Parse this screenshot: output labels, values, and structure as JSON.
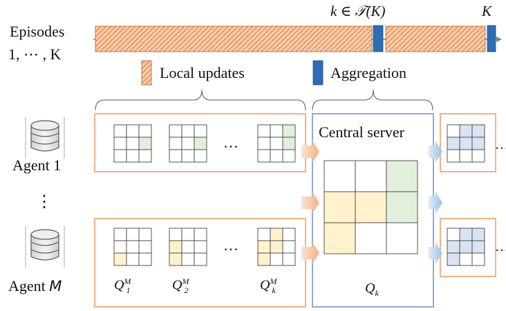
{
  "timeline": {
    "label_top": "Episodes",
    "label_bottom": "1, ⋯ , K",
    "marker_k": "k ∈ 𝒯(K)",
    "marker_K": "K"
  },
  "legend": {
    "local_updates": "Local updates",
    "aggregation": "Aggregation"
  },
  "agents": {
    "agent1": "Agent 1",
    "agentM_prefix": "Agent ",
    "agentM_var": "M",
    "vdots": "⋮"
  },
  "server": {
    "title": "Central server",
    "q_label": "Q",
    "q_sub": "k"
  },
  "ellipsis": "…",
  "q_labels": [
    {
      "base": "Q",
      "sup": "M",
      "sub": "1"
    },
    {
      "base": "Q",
      "sup": "M",
      "sub": "2"
    },
    {
      "base": "Q",
      "sup": "M",
      "sub": "k"
    }
  ],
  "colors": {
    "local_update_fill": "#F4B183",
    "local_update_hatch": "#E07A3A",
    "aggregation_fill": "#2E6DB4",
    "agent_box_border": "#F4B183",
    "server_border": "#8EA9DB",
    "green_cell": "#E2EFDA",
    "yellow_cell": "#FFF2CC",
    "blue_cell": "#DAE3F3",
    "orange_arrow": "#F8CBAD",
    "blue_arrow": "#BDD7EE"
  }
}
